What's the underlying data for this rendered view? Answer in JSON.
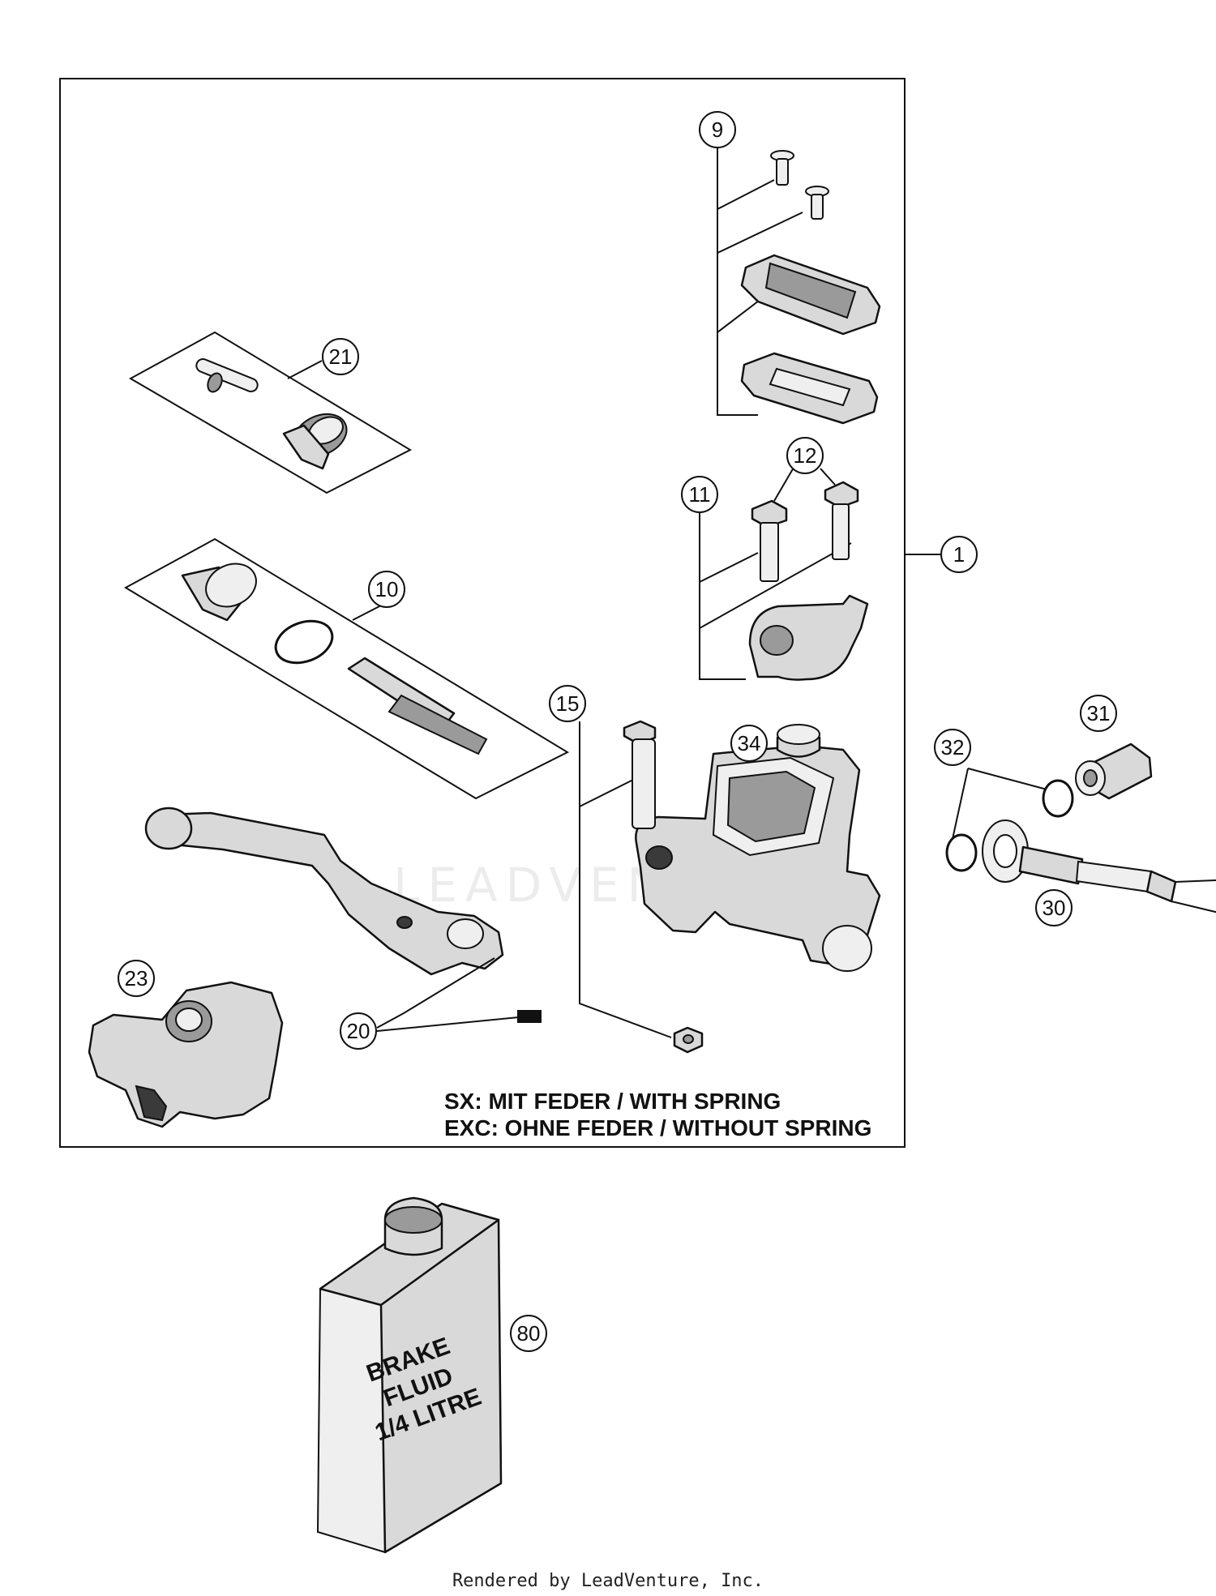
{
  "callouts": {
    "c1": "1",
    "c9": "9",
    "c10": "10",
    "c11": "11",
    "c12": "12",
    "c15": "15",
    "c20": "20",
    "c21": "21",
    "c23": "23",
    "c30": "30",
    "c31": "31",
    "c32": "32",
    "c34": "34",
    "c80": "80"
  },
  "notes": {
    "line1": "SX: MIT FEDER / WITH SPRING",
    "line2": "EXC: OHNE FEDER / WITHOUT SPRING"
  },
  "brake_fluid": {
    "line1": "BRAKE",
    "line2": "FLUID",
    "line3": "1/4 LITRE"
  },
  "watermark": "LEADVENTURE",
  "footer": "Rendered by LeadVenture, Inc."
}
